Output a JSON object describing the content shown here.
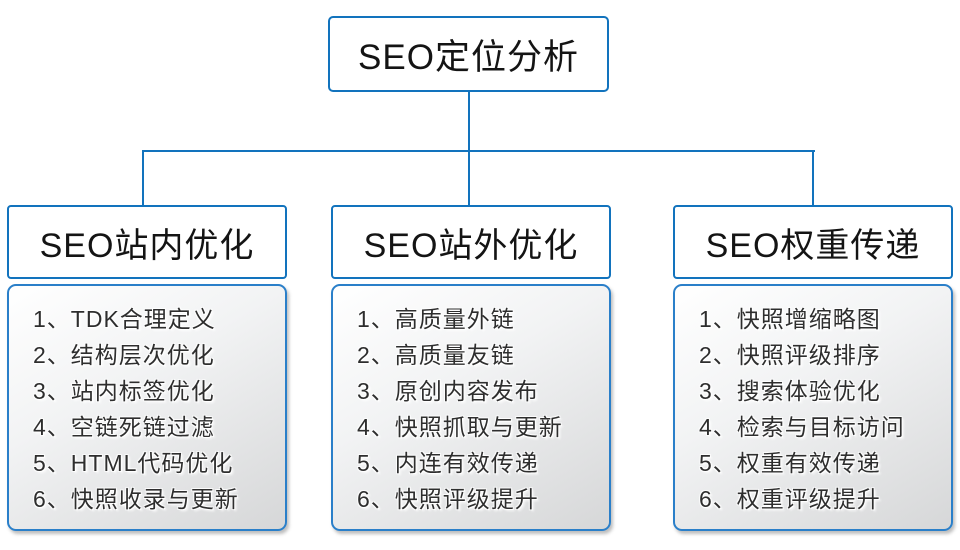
{
  "colors": {
    "accent_blue": "#1273bd",
    "list_border_blue": "#2a7fc9",
    "panel_gradient_start": "#ffffff",
    "panel_gradient_end": "#d6d7d8",
    "text_dark": "#141414"
  },
  "root": {
    "title": "SEO定位分析"
  },
  "columns": [
    {
      "id": "onsite",
      "title": "SEO站内优化",
      "items": [
        "1、TDK合理定义",
        "2、结构层次优化",
        "3、站内标签优化",
        "4、空链死链过滤",
        "5、HTML代码优化",
        "6、快照收录与更新"
      ]
    },
    {
      "id": "offsite",
      "title": "SEO站外优化",
      "items": [
        "1、高质量外链",
        "2、高质量友链",
        "3、原创内容发布",
        "4、快照抓取与更新",
        "5、内连有效传递",
        "6、快照评级提升"
      ]
    },
    {
      "id": "weight",
      "title": "SEO权重传递",
      "items": [
        "1、快照增缩略图",
        "2、快照评级排序",
        "3、搜索体验优化",
        "4、检索与目标访问",
        "5、权重有效传递",
        "6、权重评级提升"
      ]
    }
  ]
}
